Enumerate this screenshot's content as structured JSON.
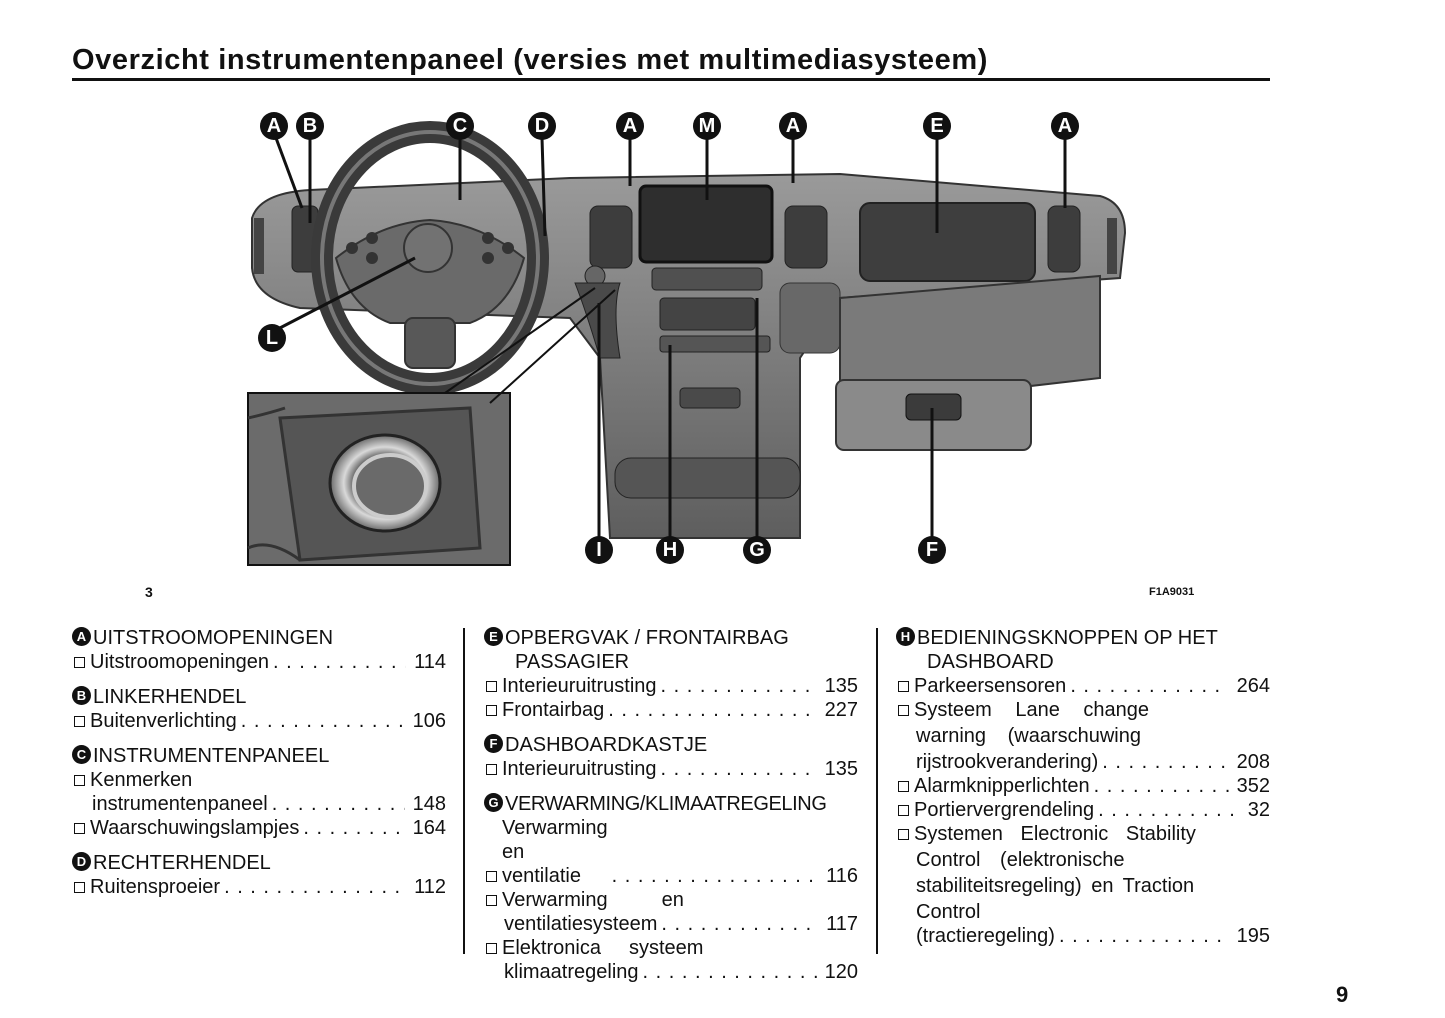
{
  "title": "Overzicht instrumentenpaneel (versies met multimediasysteem)",
  "figure": {
    "number": "3",
    "code": "F1A9031",
    "callouts_top": [
      "A",
      "B",
      "C",
      "D",
      "A",
      "M",
      "A",
      "E",
      "A"
    ],
    "callouts_bottom": [
      "I",
      "H",
      "G",
      "F"
    ],
    "callout_left": "L"
  },
  "sections": {
    "A": {
      "letter": "A",
      "title": "UITSTROOMOPENINGEN",
      "entries": [
        {
          "text": "Uitstroomopeningen",
          "page": "114"
        }
      ]
    },
    "B": {
      "letter": "B",
      "title": "LINKERHENDEL",
      "entries": [
        {
          "text": "Buitenverlichting",
          "page": "106"
        }
      ]
    },
    "C": {
      "letter": "C",
      "title": "INSTRUMENTENPANEEL",
      "entries": [
        {
          "text1": "Kenmerken",
          "text2": "instrumentenpaneel",
          "page": "148"
        },
        {
          "text": "Waarschuwingslampjes",
          "page": "164"
        }
      ]
    },
    "D": {
      "letter": "D",
      "title": "RECHTERHENDEL",
      "entries": [
        {
          "text": "Ruitensproeier",
          "page": "112"
        }
      ]
    },
    "E": {
      "letter": "E",
      "title1": "OPBERGVAK / FRONTAIRBAG",
      "title2": "PASSAGIER",
      "entries": [
        {
          "text": "Interieuruitrusting",
          "page": "135"
        },
        {
          "text": "Frontairbag",
          "page": "227"
        }
      ]
    },
    "F": {
      "letter": "F",
      "title": "DASHBOARDKASTJE",
      "entries": [
        {
          "text": "Interieuruitrusting",
          "page": "135"
        }
      ]
    },
    "G": {
      "letter": "G",
      "title": "VERWARMING/KLIMAATREGELING",
      "entries": [
        {
          "text": "Verwarming en ventilatie",
          "page": "116"
        },
        {
          "text1a": "Verwarming",
          "text1b": "en",
          "text2": "ventilatiesysteem",
          "page": "117"
        },
        {
          "text1a": "Elektronica",
          "text1b": "systeem",
          "text2": "klimaatregeling",
          "page": "120"
        }
      ]
    },
    "H": {
      "letter": "H",
      "title1": "BEDIENINGSKNOPPEN OP HET",
      "title2": "DASHBOARD",
      "entries": [
        {
          "text": "Parkeersensoren",
          "page": "264"
        },
        {
          "text1": "Systeem Lane change",
          "text2": "warning (waarschuwing",
          "text3": "rijstrookverandering)",
          "page": "208"
        },
        {
          "text": "Alarmknipperlichten",
          "page": "352"
        },
        {
          "text": "Portiervergrendeling",
          "page": "32"
        },
        {
          "text1": "Systemen Electronic Stability",
          "text2": "Control (elektronische",
          "text3": "stabiliteitsregeling) en Traction",
          "text4": "Control (tractieregeling)",
          "page": "195"
        }
      ]
    }
  },
  "page_number": "9"
}
